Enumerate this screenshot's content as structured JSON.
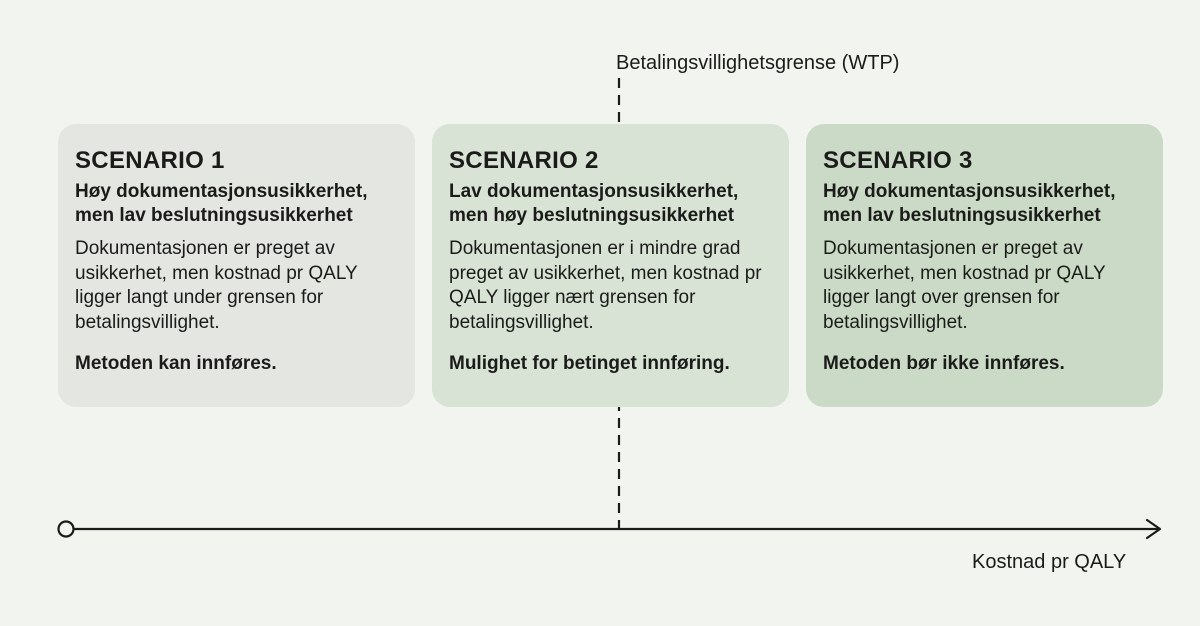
{
  "page": {
    "background_color": "#f2f4f0",
    "text_color": "#1b1c1a",
    "line_color": "#1b1c1a"
  },
  "wtp_threshold": {
    "label": "Betalingsvillighetsgrense (WTP)"
  },
  "axis": {
    "label": "Kostnad pr QALY"
  },
  "scenarios": [
    {
      "title": "SCENARIO 1",
      "subtitle": "Høy dokumentasjonsusikkerhet, men lav beslutningsusikkerhet",
      "body": "Dokumentasjonen er preget av usikkerhet, men kostnad pr QALY ligger langt under grensen for betalingsvillighet.",
      "conclusion": "Metoden kan innføres.",
      "background": "#e4e6e2"
    },
    {
      "title": "SCENARIO 2",
      "subtitle": "Lav dokumentasjonsusikkerhet, men høy beslutningsusikkerhet",
      "body": "Dokumentasjonen er i mindre grad preget av usikkerhet, men kostnad pr QALY ligger nært grensen for betalingsvillighet.",
      "conclusion": "Mulighet for betinget innføring.",
      "background": "#d8e2d5"
    },
    {
      "title": "SCENARIO 3",
      "subtitle": "Høy dokumentasjonsusikkerhet, men lav beslutningsusikkerhet",
      "body": "Dokumentasjonen er preget av usikkerhet, men kostnad pr QALY ligger langt over grensen for betalingsvillighet.",
      "conclusion": "Metoden bør ikke innføres.",
      "background": "#cbdac6"
    }
  ]
}
